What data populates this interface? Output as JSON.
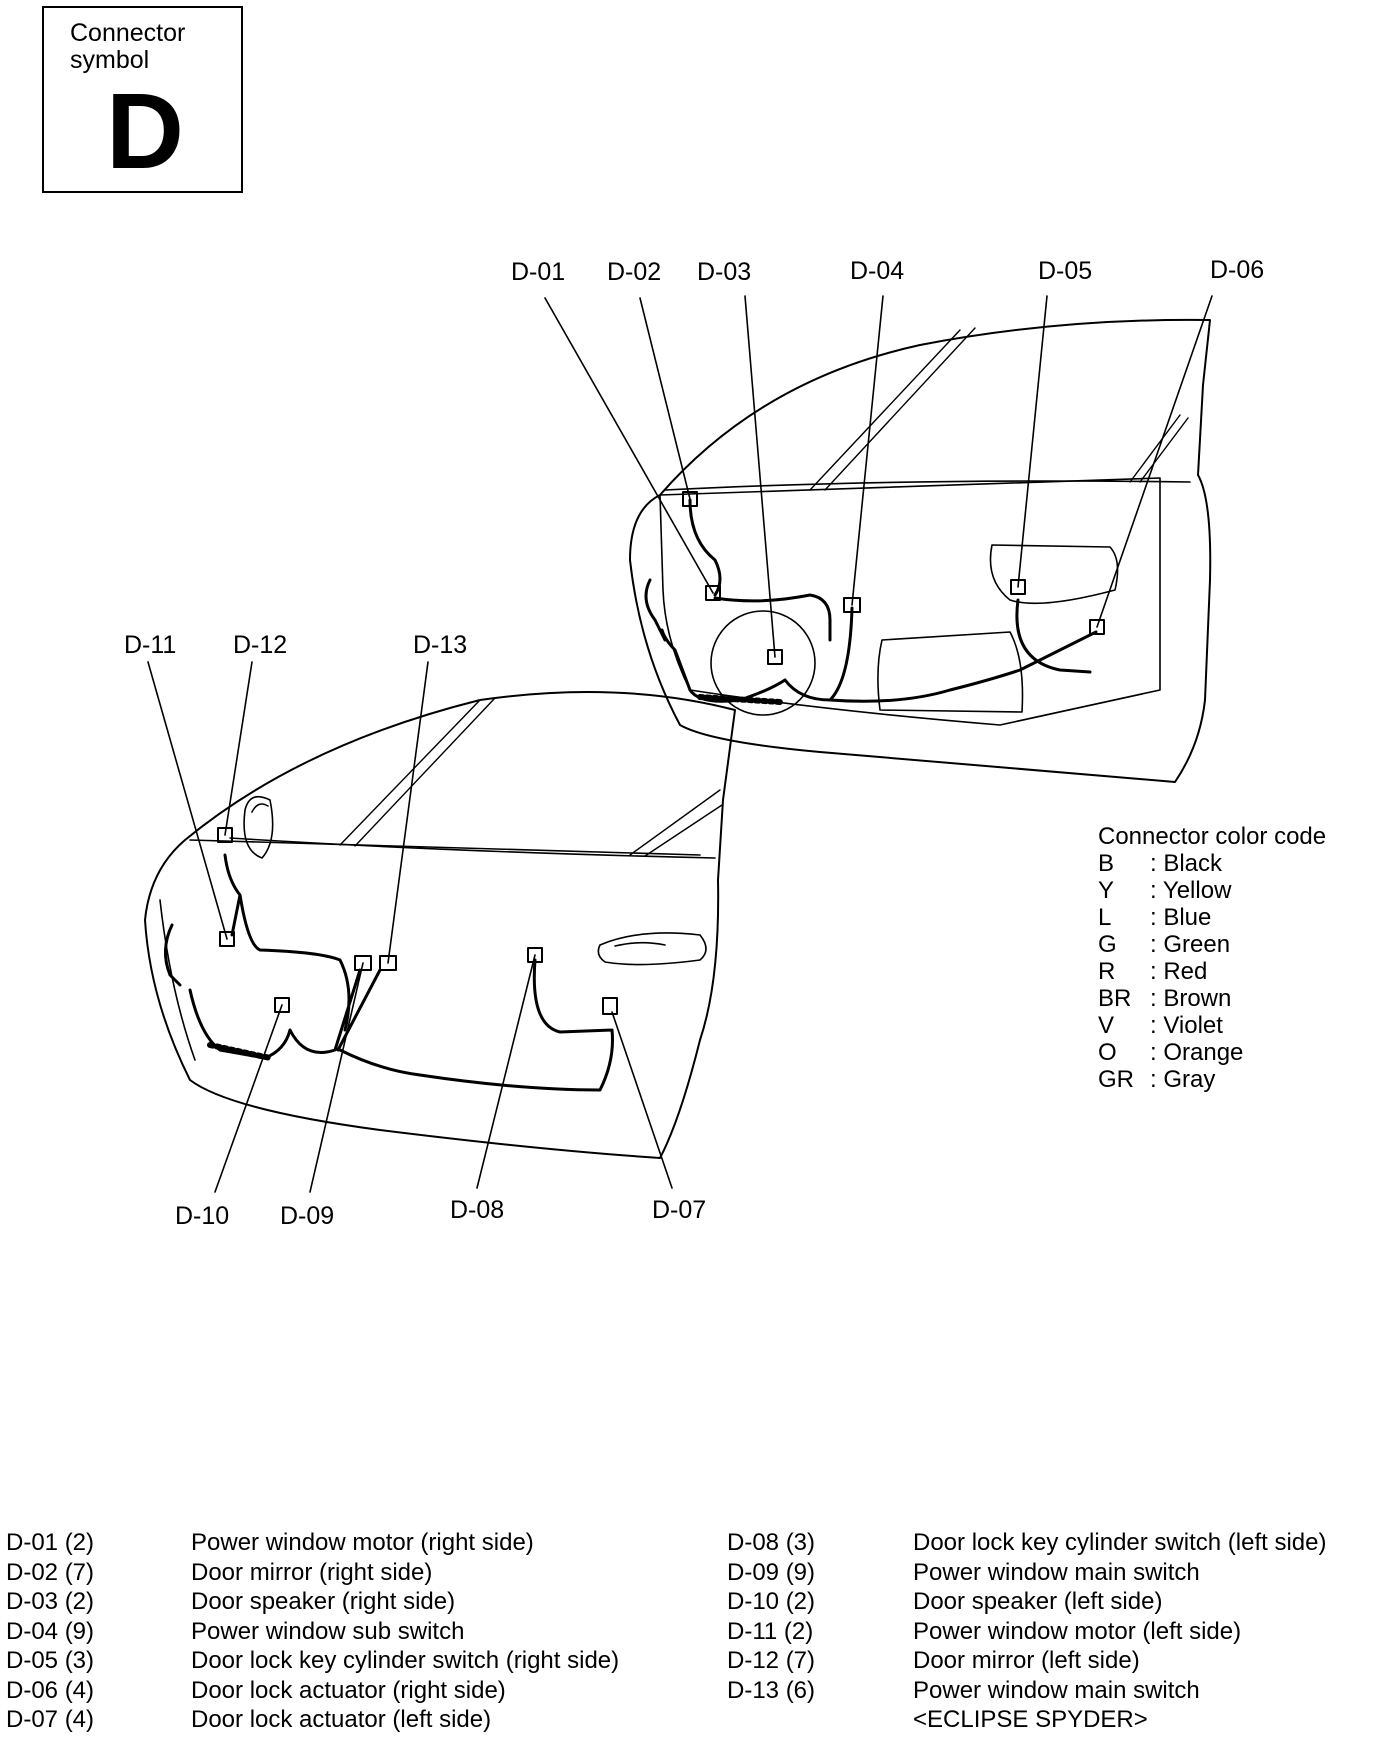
{
  "symbol": {
    "label": "Connector symbol",
    "letter": "D"
  },
  "callouts": [
    "D-01",
    "D-02",
    "D-03",
    "D-04",
    "D-05",
    "D-06",
    "D-07",
    "D-08",
    "D-09",
    "D-10",
    "D-11",
    "D-12",
    "D-13"
  ],
  "legend": {
    "title": "Connector color code",
    "items": [
      {
        "code": "B",
        "color": ": Black"
      },
      {
        "code": "Y",
        "color": ": Yellow"
      },
      {
        "code": "L",
        "color": ": Blue"
      },
      {
        "code": "G",
        "color": ": Green"
      },
      {
        "code": "R",
        "color": ": Red"
      },
      {
        "code": "BR",
        "color": ": Brown"
      },
      {
        "code": "V",
        "color": ": Violet"
      },
      {
        "code": "O",
        "color": ": Orange"
      },
      {
        "code": "GR",
        "color": ": Gray"
      }
    ]
  },
  "connectors_left": [
    {
      "id": "D-01 (2)",
      "desc": "Power window motor (right side)"
    },
    {
      "id": "D-02 (7)",
      "desc": "Door mirror (right side)"
    },
    {
      "id": "D-03 (2)",
      "desc": "Door speaker (right side)"
    },
    {
      "id": "D-04 (9)",
      "desc": "Power window sub switch"
    },
    {
      "id": "D-05 (3)",
      "desc": "Door lock key cylinder switch (right side)"
    },
    {
      "id": "D-06 (4)",
      "desc": "Door lock actuator (right side)"
    },
    {
      "id": "D-07 (4)",
      "desc": "Door lock actuator (left side)"
    }
  ],
  "connectors_right": [
    {
      "id": "D-08 (3)",
      "desc": "Door lock key cylinder switch (left side)"
    },
    {
      "id": "D-09 (9)",
      "desc": "Power window main switch"
    },
    {
      "id": "D-10 (2)",
      "desc": "Door speaker (left side)"
    },
    {
      "id": "D-11 (2)",
      "desc": "Power window motor (left side)"
    },
    {
      "id": "D-12 (7)",
      "desc": "Door mirror (left side)"
    },
    {
      "id": "D-13 (6)",
      "desc": "Power window main switch"
    },
    {
      "id": "",
      "desc": "<ECLIPSE SPYDER>"
    }
  ]
}
